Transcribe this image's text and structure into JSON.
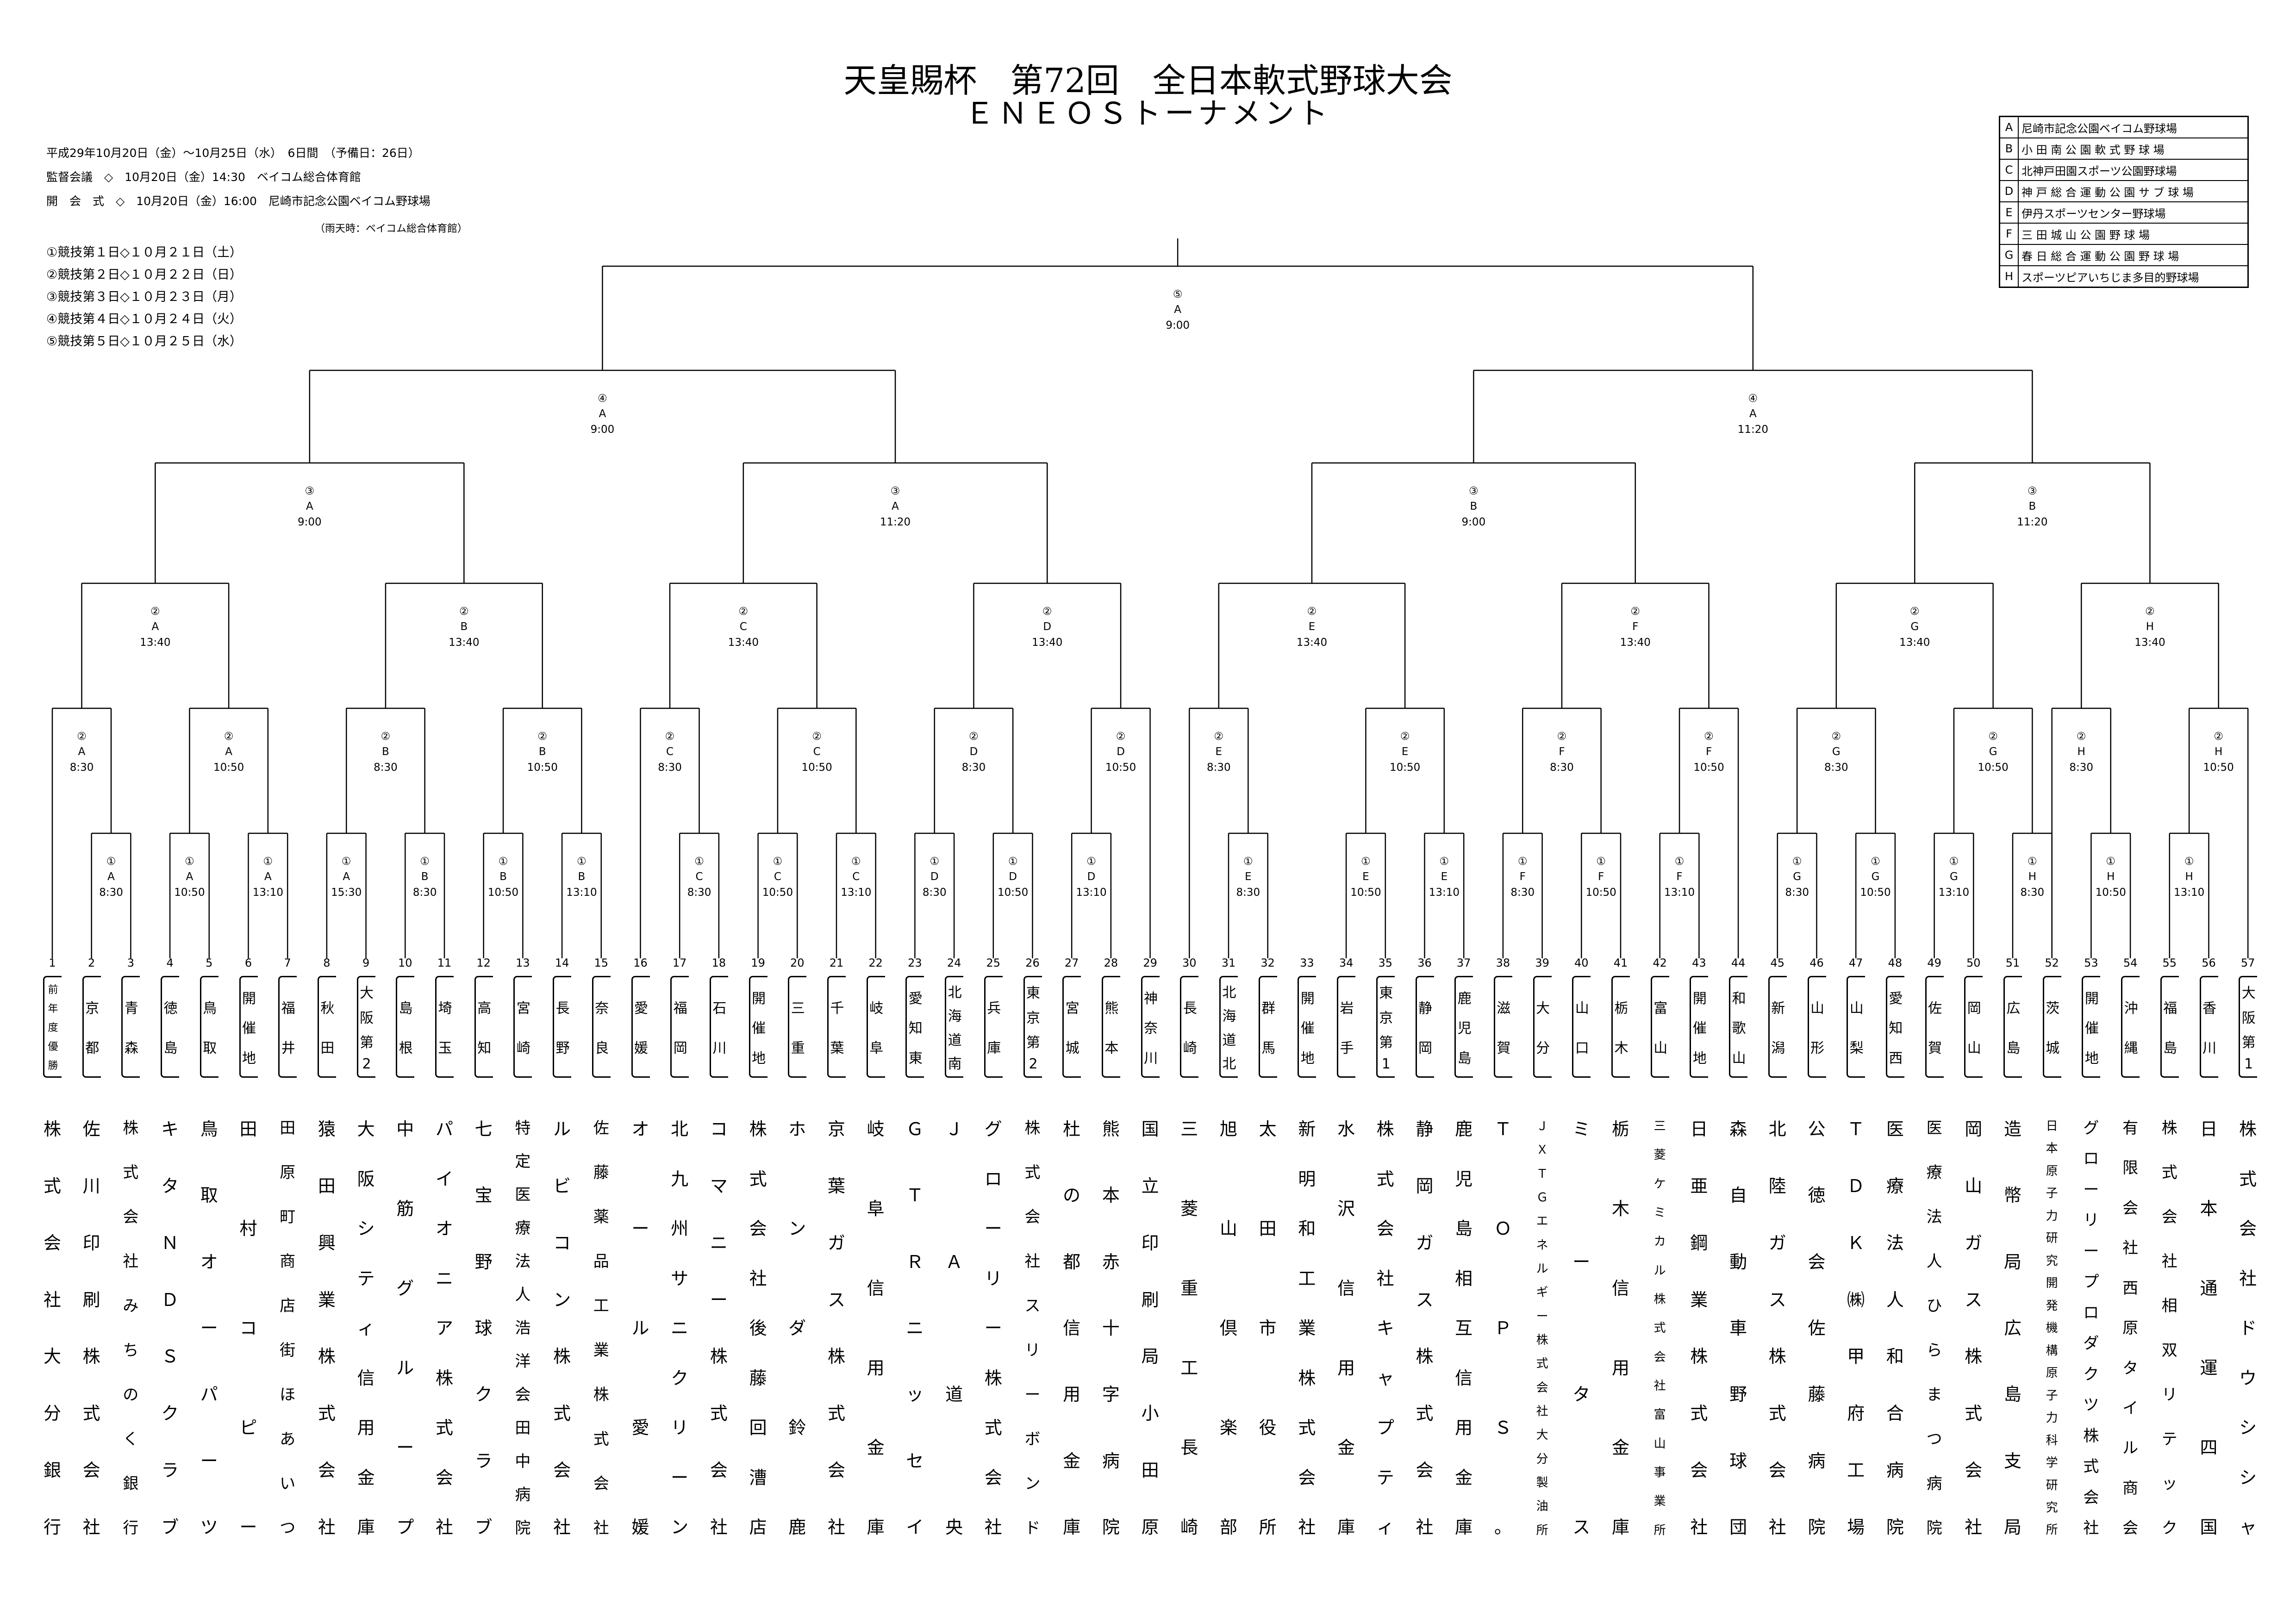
{
  "title": {
    "line1": "天皇賜杯　第72回　全日本軟式野球大会",
    "line2": "ＥＮＥＯＳトーナメント"
  },
  "info": {
    "period": "平成29年10月20日（金）～10月25日（水）　6日間　（予備日：26日）",
    "meeting": "監督会議　◇　10月20日（金）14:30　ベイコム総合体育館",
    "opening": "開　会　式　◇　10月20日（金）16:00　尼崎市記念公園ベイコム野球場",
    "rain": "（雨天時：ベイコム総合体育館）"
  },
  "schedule": [
    "①競技第１日◇１０月２１日（土）",
    "②競技第２日◇１０月２２日（日）",
    "③競技第３日◇１０月２３日（月）",
    "④競技第４日◇１０月２４日（火）",
    "⑤競技第５日◇１０月２５日（水）"
  ],
  "venues": [
    {
      "key": "A",
      "name": "尼崎市記念公園ベイコム野球場"
    },
    {
      "key": "B",
      "name": "小 田 南 公 園 軟 式 野 球 場"
    },
    {
      "key": "C",
      "name": "北神戸田園スポーツ公園野球場"
    },
    {
      "key": "D",
      "name": "神 戸 総 合 運 動 公 園 サ ブ 球 場"
    },
    {
      "key": "E",
      "name": "伊丹スポーツセンター野球場"
    },
    {
      "key": "F",
      "name": "三 田 城 山 公 園 野 球 場"
    },
    {
      "key": "G",
      "name": "春 日 総 合 運 動 公 園 野 球 場"
    },
    {
      "key": "H",
      "name": "スポーツピアいちじま多目的野球場"
    }
  ],
  "teams": [
    {
      "no": "1",
      "pref": "前年度優勝",
      "name": "株式会社大分銀行"
    },
    {
      "no": "2",
      "pref": "京都",
      "name": "佐川印刷株式会社"
    },
    {
      "no": "3",
      "pref": "青森",
      "name": "株式会社みちのく銀行"
    },
    {
      "no": "4",
      "pref": "徳島",
      "name": "キタＮＤＳクラブ"
    },
    {
      "no": "5",
      "pref": "鳥取",
      "name": "鳥取オーパーツ"
    },
    {
      "no": "6",
      "pref": "開催地",
      "name": "田村コピー"
    },
    {
      "no": "7",
      "pref": "福井",
      "name": "田原町商店街ほあいつ"
    },
    {
      "no": "8",
      "pref": "秋田",
      "name": "猿田興業株式会社"
    },
    {
      "no": "9",
      "pref": "大阪第2",
      "name": "大阪シティ信用金庫"
    },
    {
      "no": "10",
      "pref": "島根",
      "name": "中筋グループ"
    },
    {
      "no": "11",
      "pref": "埼玉",
      "name": "パイオニア株式会社"
    },
    {
      "no": "12",
      "pref": "高知",
      "name": "七宝野球クラブ"
    },
    {
      "no": "13",
      "pref": "宮崎",
      "name": "特定医療法人浩洋会田中病院"
    },
    {
      "no": "14",
      "pref": "長野",
      "name": "ルビコン株式会社"
    },
    {
      "no": "15",
      "pref": "奈良",
      "name": "佐藤薬品工業株式会社"
    },
    {
      "no": "16",
      "pref": "愛媛",
      "name": "オール愛媛"
    },
    {
      "no": "17",
      "pref": "福岡",
      "name": "北九州サニクリーン"
    },
    {
      "no": "18",
      "pref": "石川",
      "name": "コマニー株式会社"
    },
    {
      "no": "19",
      "pref": "開催地",
      "name": "株式会社後藤回漕店"
    },
    {
      "no": "20",
      "pref": "三重",
      "name": "ホンダ鈴鹿"
    },
    {
      "no": "21",
      "pref": "千葉",
      "name": "京葉ガス株式会社"
    },
    {
      "no": "22",
      "pref": "岐阜",
      "name": "岐阜信用金庫"
    },
    {
      "no": "23",
      "pref": "愛知東",
      "name": "ＧＴＲニッセイ"
    },
    {
      "no": "24",
      "pref": "北海道南",
      "name": "ＪＡ道央"
    },
    {
      "no": "25",
      "pref": "兵庫",
      "name": "グローリー株式会社"
    },
    {
      "no": "26",
      "pref": "東京第2",
      "name": "株式会社スリーボンド"
    },
    {
      "no": "27",
      "pref": "宮城",
      "name": "杜の都信用金庫"
    },
    {
      "no": "28",
      "pref": "熊本",
      "name": "熊本赤十字病院"
    },
    {
      "no": "29",
      "pref": "神奈川",
      "name": "国立印刷局小田原"
    },
    {
      "no": "30",
      "pref": "長崎",
      "name": "三菱重工長崎"
    },
    {
      "no": "31",
      "pref": "北海道北",
      "name": "旭山倶楽部"
    },
    {
      "no": "32",
      "pref": "群馬",
      "name": "太田市役所"
    },
    {
      "no": "33",
      "pref": "開催地",
      "name": "新明和工業株式会社"
    },
    {
      "no": "34",
      "pref": "岩手",
      "name": "水沢信用金庫"
    },
    {
      "no": "35",
      "pref": "東京第1",
      "name": "株式会社キャプティ"
    },
    {
      "no": "36",
      "pref": "静岡",
      "name": "静岡ガス株式会社"
    },
    {
      "no": "37",
      "pref": "鹿児島",
      "name": "鹿児島相互信用金庫"
    },
    {
      "no": "38",
      "pref": "滋賀",
      "name": "ＴＯＰＳ。"
    },
    {
      "no": "39",
      "pref": "大分",
      "name": "ＪＸＴＧエネルギー株式会社大分製油所"
    },
    {
      "no": "40",
      "pref": "山口",
      "name": "ミータス"
    },
    {
      "no": "41",
      "pref": "栃木",
      "name": "栃木信用金庫"
    },
    {
      "no": "42",
      "pref": "富山",
      "name": "三菱ケミカル株式会社富山事業所"
    },
    {
      "no": "43",
      "pref": "開催地",
      "name": "日亜鋼業株式会社"
    },
    {
      "no": "44",
      "pref": "和歌山",
      "name": "森自動車野球団"
    },
    {
      "no": "45",
      "pref": "新潟",
      "name": "北陸ガス株式会社"
    },
    {
      "no": "46",
      "pref": "山形",
      "name": "公徳会佐藤病院"
    },
    {
      "no": "47",
      "pref": "山梨",
      "name": "ＴＤＫ㈱甲府工場"
    },
    {
      "no": "48",
      "pref": "愛知西",
      "name": "医療法人和合病院"
    },
    {
      "no": "49",
      "pref": "佐賀",
      "name": "医療法人ひらまつ病院"
    },
    {
      "no": "50",
      "pref": "岡山",
      "name": "岡山ガス株式会社"
    },
    {
      "no": "51",
      "pref": "広島",
      "name": "造幣局広島支局"
    },
    {
      "no": "52",
      "pref": "茨城",
      "name": "日本原子力研究開発機構原子力科学研究所"
    },
    {
      "no": "53",
      "pref": "開催地",
      "name": "グローリープロダクツ株式会社"
    },
    {
      "no": "54",
      "pref": "沖縄",
      "name": "有限会社西原タイル商会"
    },
    {
      "no": "55",
      "pref": "福島",
      "name": "株式会社相双リテック"
    },
    {
      "no": "56",
      "pref": "香川",
      "name": "日本通運四国"
    },
    {
      "no": "57",
      "pref": "大阪第1",
      "name": "株式会社ドウシシャ"
    }
  ],
  "matches": [
    {
      "round": "①",
      "venue": "A",
      "time": "8:30"
    },
    {
      "round": "①",
      "venue": "A",
      "time": "10:50"
    },
    {
      "round": "①",
      "venue": "A",
      "time": "13:10"
    },
    {
      "round": "①",
      "venue": "A",
      "time": "15:30"
    },
    {
      "round": "①",
      "venue": "B",
      "time": "8:30"
    },
    {
      "round": "①",
      "venue": "B",
      "time": "10:50"
    },
    {
      "round": "①",
      "venue": "B",
      "time": "13:10"
    },
    {
      "round": "①",
      "venue": "C",
      "time": "8:30"
    },
    {
      "round": "①",
      "venue": "C",
      "time": "10:50"
    },
    {
      "round": "①",
      "venue": "C",
      "time": "13:10"
    },
    {
      "round": "①",
      "venue": "D",
      "time": "8:30"
    },
    {
      "round": "①",
      "venue": "D",
      "time": "10:50"
    },
    {
      "round": "①",
      "venue": "D",
      "time": "13:10"
    },
    {
      "round": "①",
      "venue": "E",
      "time": "8:30"
    },
    {
      "round": "①",
      "venue": "E",
      "time": "10:50"
    },
    {
      "round": "①",
      "venue": "E",
      "time": "13:10"
    },
    {
      "round": "①",
      "venue": "F",
      "time": "8:30"
    },
    {
      "round": "①",
      "venue": "F",
      "time": "10:50"
    },
    {
      "round": "①",
      "venue": "F",
      "time": "13:10"
    },
    {
      "round": "①",
      "venue": "G",
      "time": "8:30"
    },
    {
      "round": "①",
      "venue": "G",
      "time": "10:50"
    },
    {
      "round": "①",
      "venue": "G",
      "time": "13:10"
    },
    {
      "round": "①",
      "venue": "H",
      "time": "8:30"
    },
    {
      "round": "①",
      "venue": "H",
      "time": "10:50"
    },
    {
      "round": "①",
      "venue": "H",
      "time": "13:10"
    },
    {
      "round": "②",
      "venue": "A",
      "time": "8:30"
    },
    {
      "round": "②",
      "venue": "A",
      "time": "10:50"
    },
    {
      "round": "②",
      "venue": "B",
      "time": "8:30"
    },
    {
      "round": "②",
      "venue": "B",
      "time": "10:50"
    },
    {
      "round": "②",
      "venue": "C",
      "time": "8:30"
    },
    {
      "round": "②",
      "venue": "C",
      "time": "10:50"
    },
    {
      "round": "②",
      "venue": "D",
      "time": "8:30"
    },
    {
      "round": "②",
      "venue": "D",
      "time": "10:50"
    },
    {
      "round": "②",
      "venue": "E",
      "time": "8:30"
    },
    {
      "round": "②",
      "venue": "E",
      "time": "10:50"
    },
    {
      "round": "②",
      "venue": "F",
      "time": "8:30"
    },
    {
      "round": "②",
      "venue": "F",
      "time": "10:50"
    },
    {
      "round": "②",
      "venue": "G",
      "time": "8:30"
    },
    {
      "round": "②",
      "venue": "G",
      "time": "10:50"
    },
    {
      "round": "②",
      "venue": "H",
      "time": "8:30"
    },
    {
      "round": "②",
      "venue": "H",
      "time": "10:50"
    },
    {
      "round": "②",
      "venue": "A",
      "time": "13:40"
    },
    {
      "round": "②",
      "venue": "B",
      "time": "13:40"
    },
    {
      "round": "②",
      "venue": "C",
      "time": "13:40"
    },
    {
      "round": "②",
      "venue": "D",
      "time": "13:40"
    },
    {
      "round": "②",
      "venue": "E",
      "time": "13:40"
    },
    {
      "round": "②",
      "venue": "F",
      "time": "13:40"
    },
    {
      "round": "②",
      "venue": "G",
      "time": "13:40"
    },
    {
      "round": "②",
      "venue": "H",
      "time": "13:40"
    },
    {
      "round": "③",
      "venue": "A",
      "time": "9:00"
    },
    {
      "round": "③",
      "venue": "A",
      "time": "11:20"
    },
    {
      "round": "③",
      "venue": "B",
      "time": "9:00"
    },
    {
      "round": "③",
      "venue": "B",
      "time": "11:20"
    },
    {
      "round": "④",
      "venue": "A",
      "time": "9:00"
    },
    {
      "round": "④",
      "venue": "A",
      "time": "11:20"
    },
    {
      "round": "⑤",
      "venue": "A",
      "time": "9:00"
    }
  ]
}
